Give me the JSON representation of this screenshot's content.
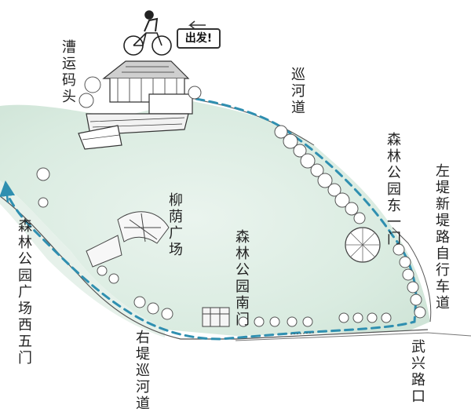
{
  "start_sign": "出发!",
  "labels": {
    "caoyun_wharf": "漕运码头",
    "patrol_river_road_top": "巡河道",
    "forest_park_east_gate": "森林公园东一门",
    "left_bank_bike_path": "左堤新堤路自行车道",
    "willow_square": "柳荫广场",
    "forest_park_south_gate": "森林公园南门",
    "forest_park_square_west_gate": "森林公园广场西五门",
    "right_bank_patrol_road": "右堤巡河道",
    "wuxing_road_exit": "武兴路口"
  },
  "colors": {
    "route": "#2f8fb0",
    "lake": "#dfeee5",
    "lake_deep": "#c9e2d3",
    "ink": "#333333"
  },
  "icons": {
    "cyclist": "cyclist-icon",
    "start_arrow": "arrow-left-icon",
    "route_arrow": "arrow-up-icon"
  }
}
